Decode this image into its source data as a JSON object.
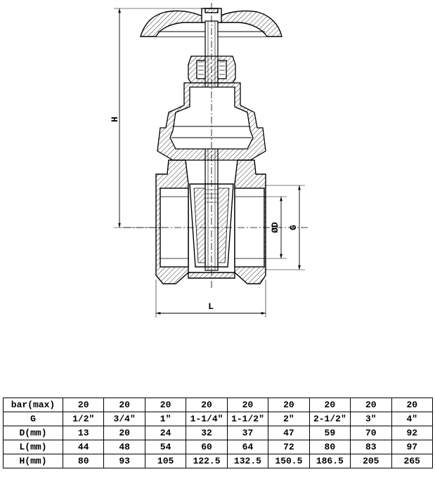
{
  "drawing": {
    "dim_labels": {
      "height": "H",
      "length": "L",
      "diameter": "ØD",
      "thread": "G"
    }
  },
  "table": {
    "rows": [
      {
        "label": "bar(max)",
        "values": [
          "20",
          "20",
          "20",
          "20",
          "20",
          "20",
          "20",
          "20",
          "20"
        ]
      },
      {
        "label": "G",
        "values": [
          "1/2\"",
          "3/4\"",
          "1\"",
          "1-1/4\"",
          "1-1/2\"",
          "2\"",
          "2-1/2\"",
          "3\"",
          "4\""
        ]
      },
      {
        "label": "D(mm)",
        "values": [
          "13",
          "20",
          "24",
          "32",
          "37",
          "47",
          "59",
          "70",
          "92"
        ]
      },
      {
        "label": "L(mm)",
        "values": [
          "44",
          "48",
          "54",
          "60",
          "64",
          "72",
          "80",
          "83",
          "97"
        ]
      },
      {
        "label": "H(mm)",
        "values": [
          "80",
          "93",
          "105",
          "122.5",
          "132.5",
          "150.5",
          "186.5",
          "205",
          "265"
        ]
      }
    ]
  }
}
